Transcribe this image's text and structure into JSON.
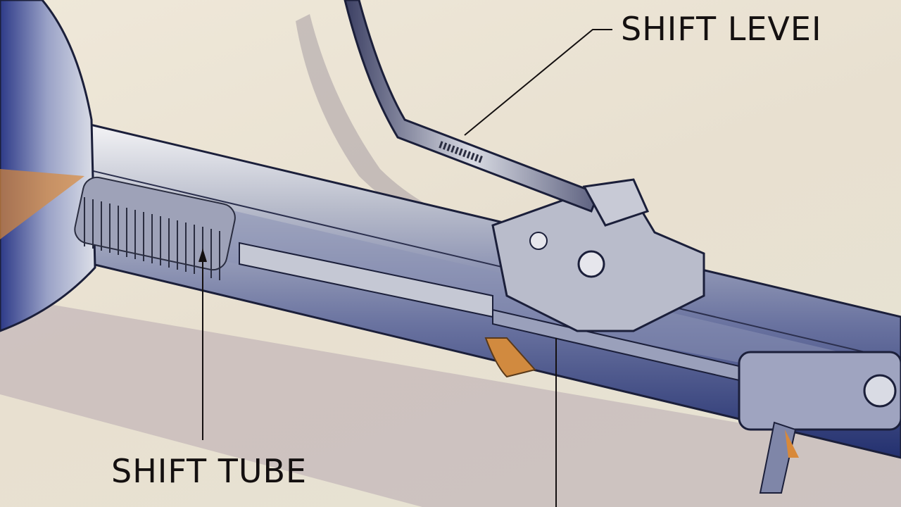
{
  "diagram": {
    "subject": "steering column shift mechanism cutaway illustration",
    "labels": [
      {
        "id": "shift-lever",
        "text": "SHIFT LEVEI"
      },
      {
        "id": "shift-tube",
        "text": "SHIFT TUBE"
      }
    ],
    "colors": {
      "background": "#e9e2d3",
      "metal_light": "#c9ccd6",
      "metal_dark": "#2c3d8a",
      "accent_copper": "#d8893a",
      "text": "#141010"
    }
  }
}
